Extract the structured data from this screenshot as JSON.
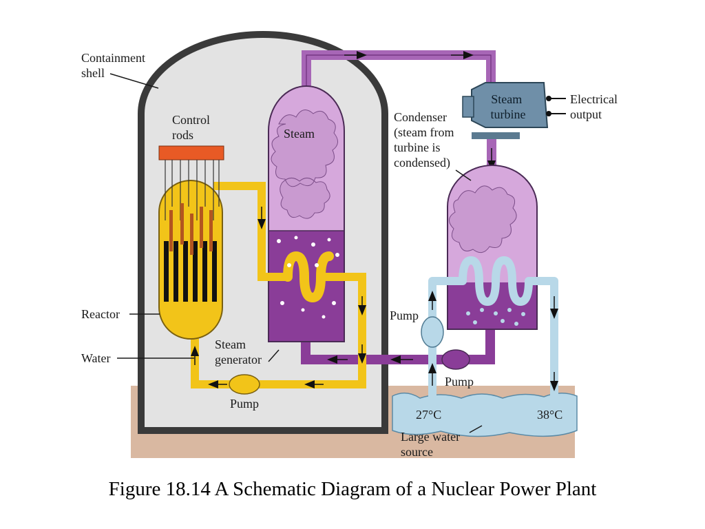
{
  "diagram": {
    "labels": {
      "containment_shell": [
        "Containment",
        "shell"
      ],
      "control_rods": [
        "Control",
        "rods"
      ],
      "steam": "Steam",
      "condenser": [
        "Condenser",
        "(steam from",
        "turbine is",
        "condensed)"
      ],
      "steam_turbine": [
        "Steam",
        "turbine"
      ],
      "electrical_output": [
        "Electrical",
        "output"
      ],
      "reactor": "Reactor",
      "water": "Water",
      "steam_generator": [
        "Steam",
        "generator"
      ],
      "pump_primary": "Pump",
      "pump_cooling": "Pump",
      "pump_return": "Pump",
      "temp_in": "27°C",
      "temp_out": "38°C",
      "water_source": [
        "Large water",
        "source"
      ]
    },
    "colors": {
      "primary_loop": "#f2c419",
      "secondary_loop": "#a766b6",
      "steam": "#d6a8dc",
      "water_purple": "#8a3d98",
      "cooling_water": "#b8d8e8",
      "containment": "#e3e3e3",
      "control_rods": "#e85a25"
    }
  },
  "caption": "Figure 18.14 A Schematic Diagram of a Nuclear Power Plant"
}
